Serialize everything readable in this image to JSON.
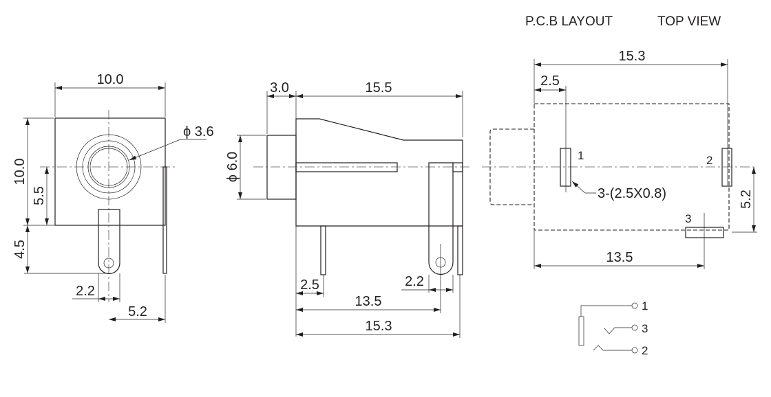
{
  "header": {
    "pcb_layout": "P.C.B LAYOUT",
    "top_view": "TOP VIEW"
  },
  "front_view": {
    "width": "10.0",
    "height": "10.0",
    "center_height": "5.5",
    "lead_length": "4.5",
    "lead_width": "2.2",
    "pin_offset": "5.2",
    "hole_diameter": "ϕ 3.6"
  },
  "side_view": {
    "collar_length": "3.0",
    "body_length": "15.5",
    "collar_diameter": "ϕ 6.0",
    "pin1_offset": "2.5",
    "lead_width": "2.2",
    "lead_offset": "13.5",
    "pin2_offset": "15.3"
  },
  "pcb_layout": {
    "overall": "15.3",
    "pin1_offset": "2.5",
    "pin_offset_vertical": "5.2",
    "pin3_offset": "13.5",
    "pad_label_1": "1",
    "pad_label_2": "2",
    "pad_label_3": "3",
    "pad_note": "3-(2.5X0.8)"
  },
  "schematic": {
    "pins": [
      "1",
      "3",
      "2"
    ]
  },
  "colors": {
    "line": "#231f20"
  }
}
